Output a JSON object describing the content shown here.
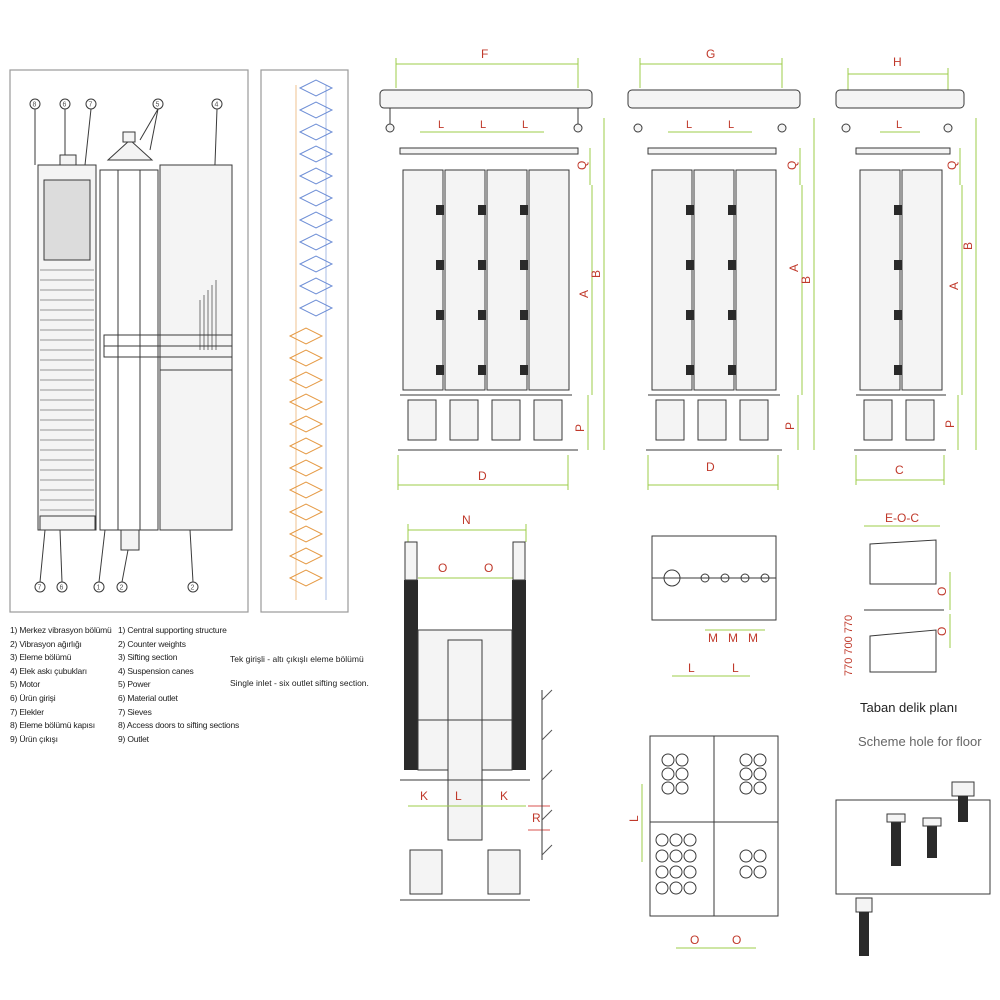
{
  "callouts": {
    "top": [
      "8",
      "6",
      "7",
      "5",
      "4"
    ],
    "bottom": [
      "7",
      "6",
      "1",
      "2",
      "2"
    ]
  },
  "legend_tr": [
    "1) Merkez vibrasyon bölümü",
    "2) Vibrasyon ağırlığı",
    "3) Eleme bölümü",
    "4) Elek askı çubukları",
    "5) Motor",
    "6) Ürün girişi",
    "7) Elekler",
    "8) Eleme bölümü kapısı",
    "9) Ürün çıkışı"
  ],
  "legend_en": [
    "1) Central supporting structure",
    "2) Counter weights",
    "3) Sifting section",
    "4) Suspension canes",
    "5) Power",
    "6) Material outlet",
    "7) Sieves",
    "8) Access doors to sifting sections",
    "9) Outlet"
  ],
  "note": {
    "tr": "Tek girişli - altı çıkışlı eleme bölümü",
    "en": "Single inlet - six outlet sifting section."
  },
  "dims": {
    "F": "F",
    "G": "G",
    "H": "H",
    "L": "L",
    "D": "D",
    "C": "C",
    "A": "A",
    "B": "B",
    "P": "P",
    "Q": "Q",
    "N": "N",
    "O": "O",
    "K": "K",
    "R": "R",
    "M": "M",
    "EOC": "E-O-C",
    "rot": "770 700 770"
  },
  "floor_plan": {
    "tr": "Taban delik planı",
    "en": "Scheme hole for floor"
  }
}
